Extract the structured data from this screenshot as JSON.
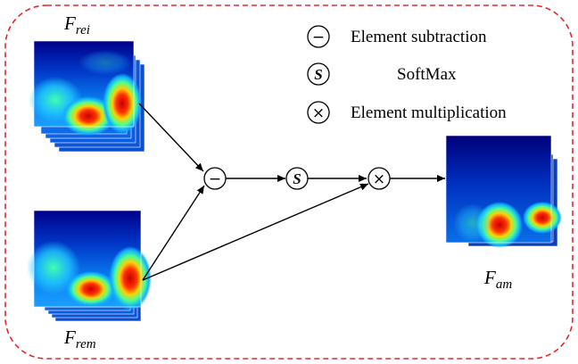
{
  "diagram": {
    "inputs": {
      "top": {
        "label_main": "F",
        "label_sub": "rei"
      },
      "bottom": {
        "label_main": "F",
        "label_sub": "rem"
      }
    },
    "output": {
      "label_main": "F",
      "label_sub": "am"
    },
    "operators": {
      "subtract": "−",
      "softmax": "S",
      "multiply": "×"
    },
    "legend": [
      {
        "symbol": "−",
        "text": "Element subtraction"
      },
      {
        "symbol": "S",
        "text": "SoftMax"
      },
      {
        "symbol": "×",
        "text": "Element multiplication"
      }
    ],
    "colors": {
      "border": "#e8262a",
      "arrow": "#000000",
      "heat_low": "#00007f",
      "heat_mid": "#1f8bff",
      "heat_high": "#ff2a00"
    }
  }
}
